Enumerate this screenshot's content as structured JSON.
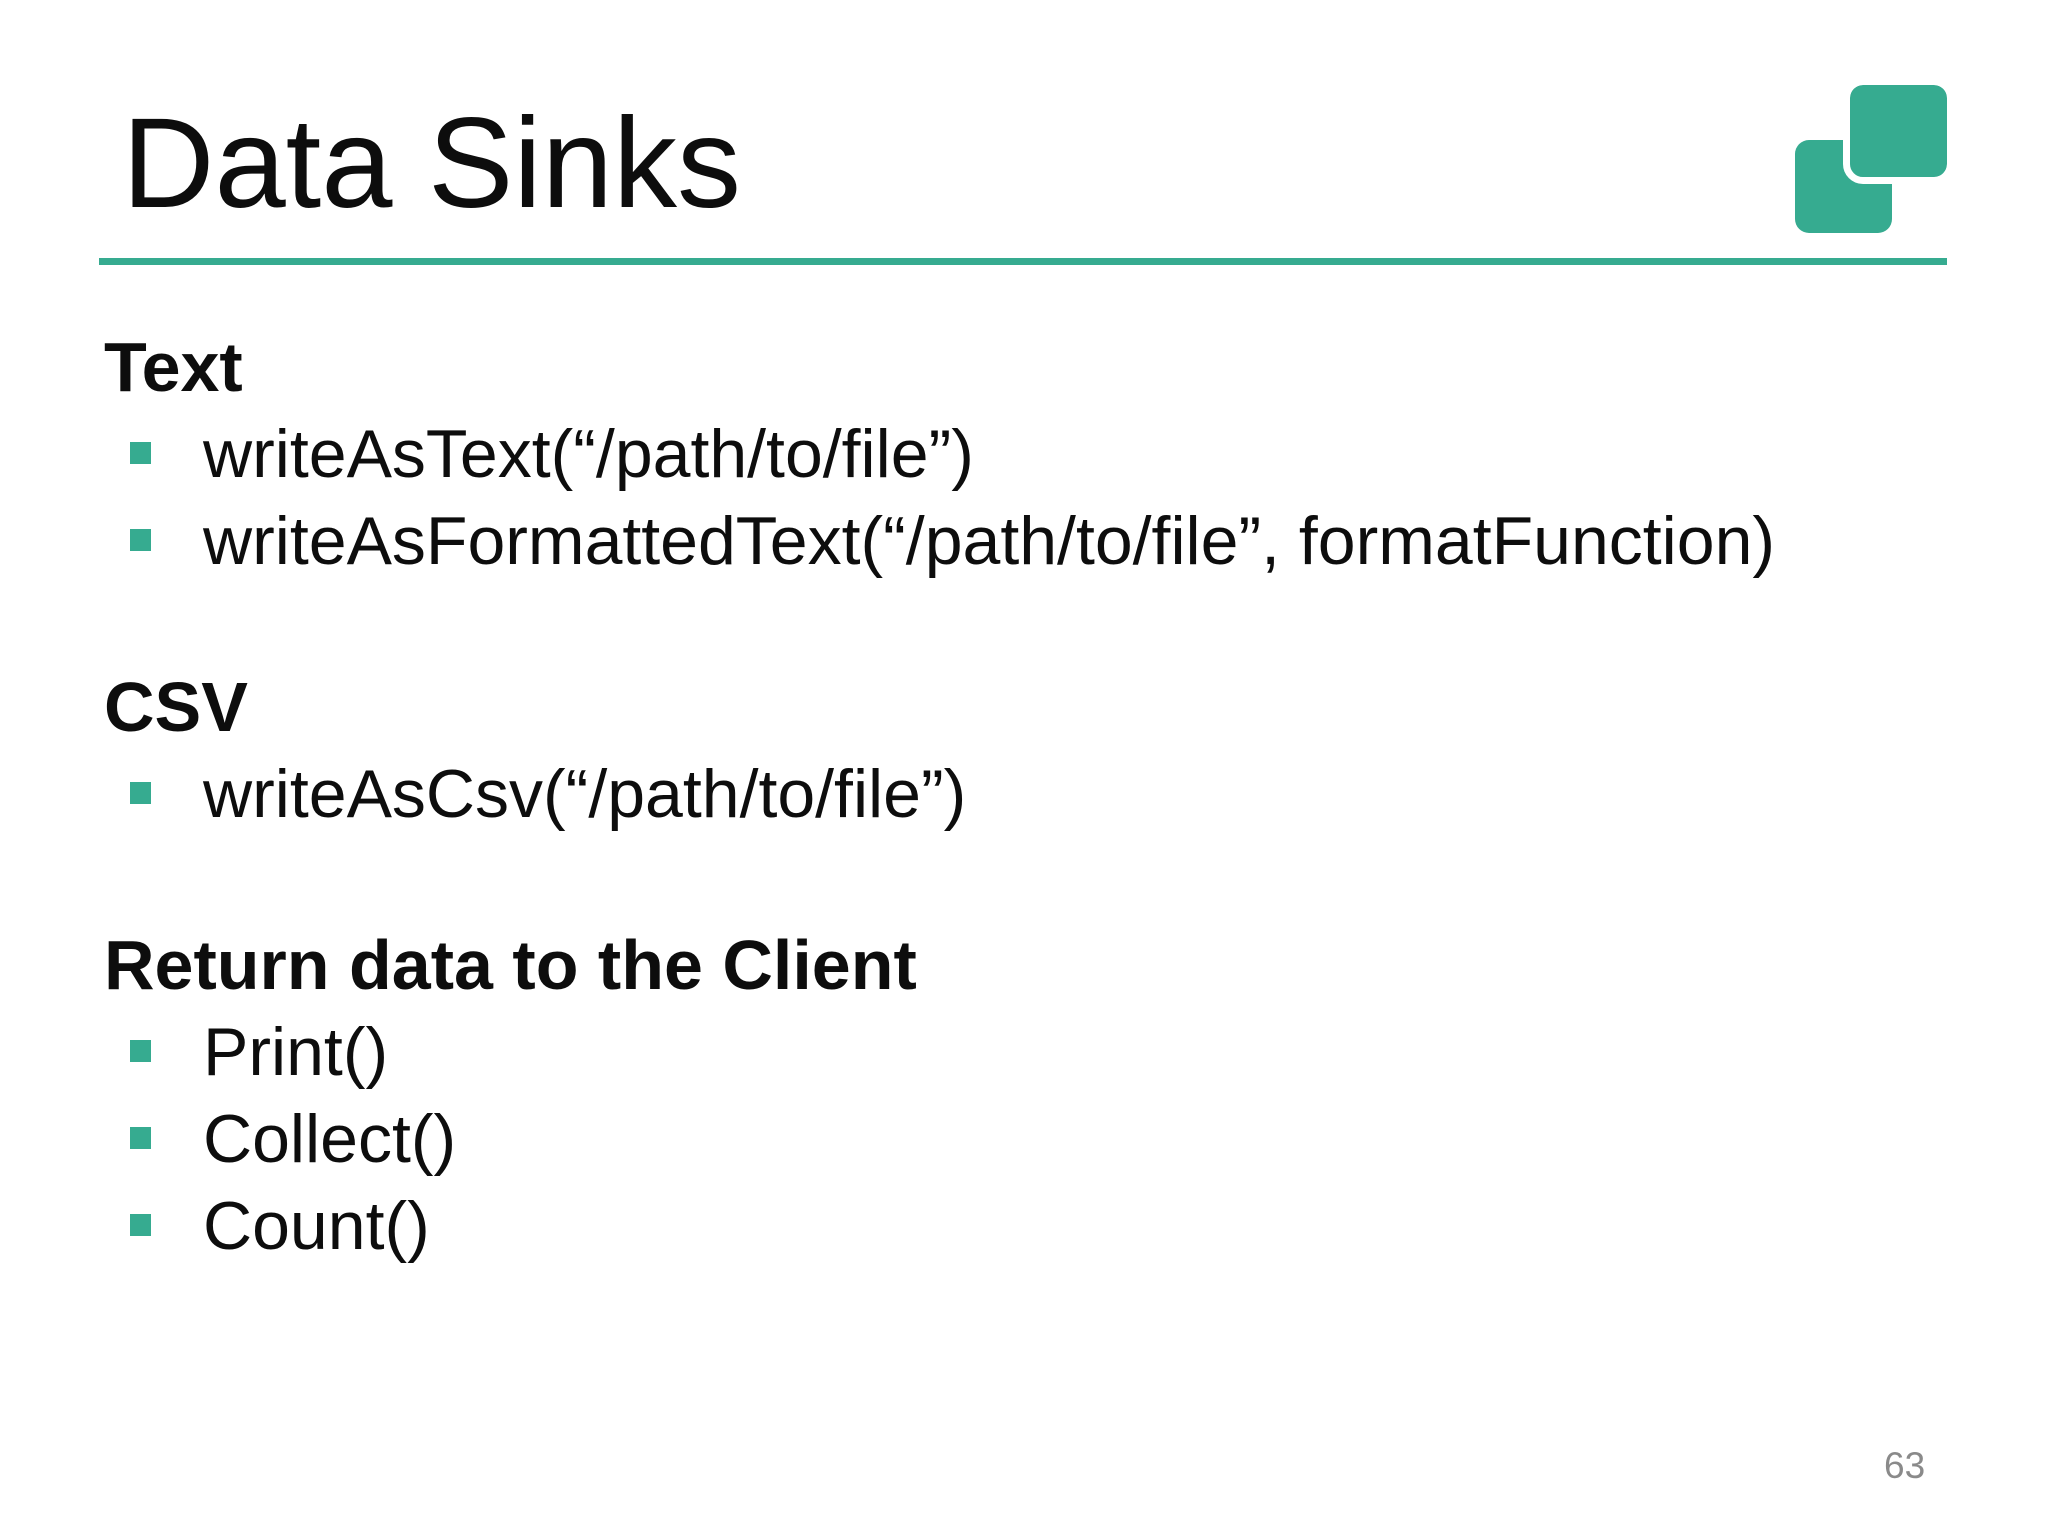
{
  "slide": {
    "title": "Data Sinks",
    "accent_color": "#36ab90",
    "logo_icon": "two-overlapping-rounded-squares",
    "sections": [
      {
        "heading": "Text",
        "bullets": [
          "writeAsText(“/path/to/file”)",
          "writeAsFormattedText(“/path/to/file”, formatFunction)"
        ]
      },
      {
        "heading": "CSV",
        "bullets": [
          "writeAsCsv(“/path/to/file”)"
        ]
      },
      {
        "heading": "Return data to the Client",
        "bullets": [
          "Print()",
          "Collect()",
          "Count()"
        ]
      }
    ],
    "page_number": "63"
  }
}
